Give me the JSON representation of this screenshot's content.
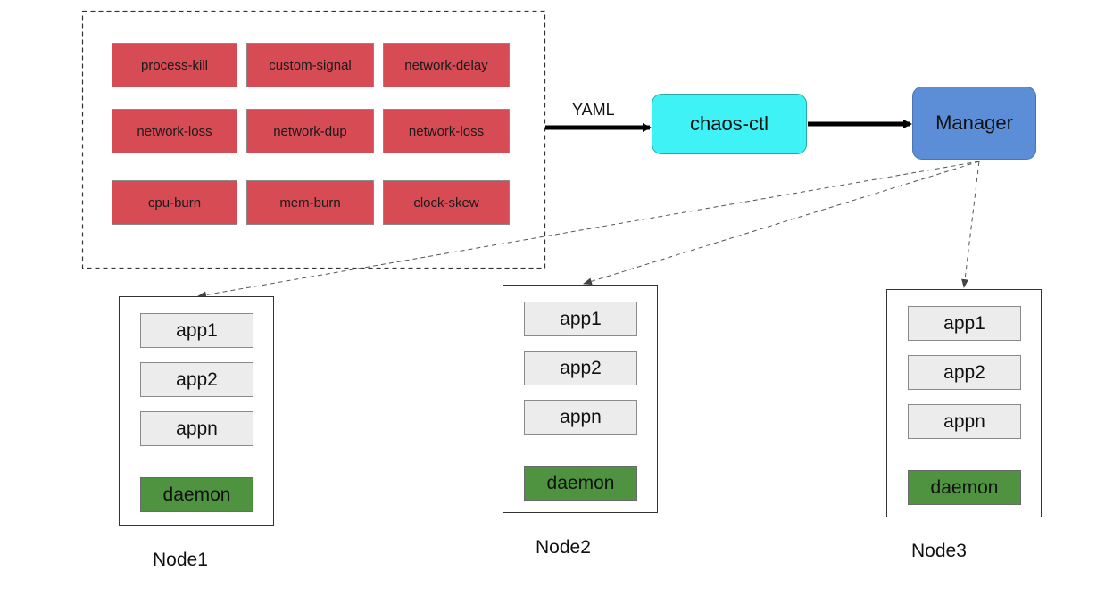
{
  "faults": [
    "process-kill",
    "custom-signal",
    "network-delay",
    "network-loss",
    "network-dup",
    "network-loss",
    "cpu-burn",
    "mem-burn",
    "clock-skew"
  ],
  "edge_label": "YAML",
  "chaos_ctl": {
    "label": "chaos-ctl",
    "color": "#3ef2f6"
  },
  "manager": {
    "label": "Manager",
    "color": "#5b8ed6"
  },
  "nodes": [
    {
      "name": "Node1",
      "apps": [
        "app1",
        "app2",
        "appn"
      ],
      "daemon": "daemon"
    },
    {
      "name": "Node2",
      "apps": [
        "app1",
        "app2",
        "appn"
      ],
      "daemon": "daemon"
    },
    {
      "name": "Node3",
      "apps": [
        "app1",
        "app2",
        "appn"
      ],
      "daemon": "daemon"
    }
  ]
}
